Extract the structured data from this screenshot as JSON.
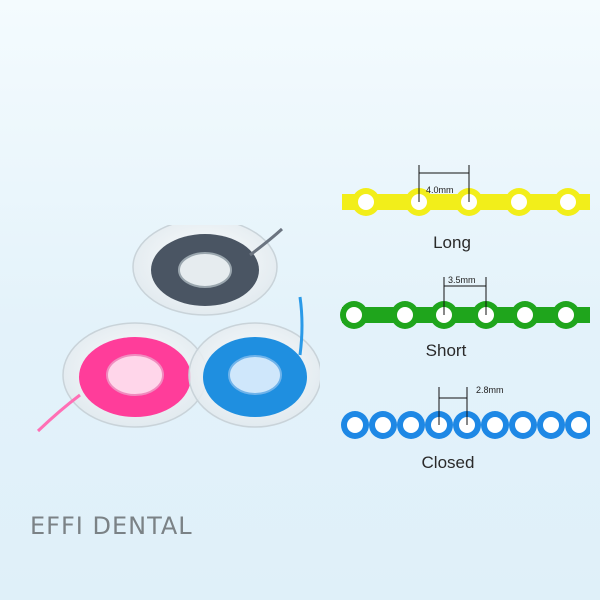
{
  "brand": {
    "name": "EFFI DENTAL"
  },
  "chains": [
    {
      "label": "Long",
      "spacing": "4.0mm",
      "color": "#f2ee1a"
    },
    {
      "label": "Short",
      "spacing": "3.5mm",
      "color": "#1fa51c"
    },
    {
      "label": "Closed",
      "spacing": "2.8mm",
      "color": "#1e88e5"
    }
  ],
  "spools": [
    {
      "name": "gray-spool",
      "color": "#4a5563"
    },
    {
      "name": "pink-spool",
      "color": "#ff3d9a"
    },
    {
      "name": "blue-spool",
      "color": "#1f8fe0"
    }
  ]
}
